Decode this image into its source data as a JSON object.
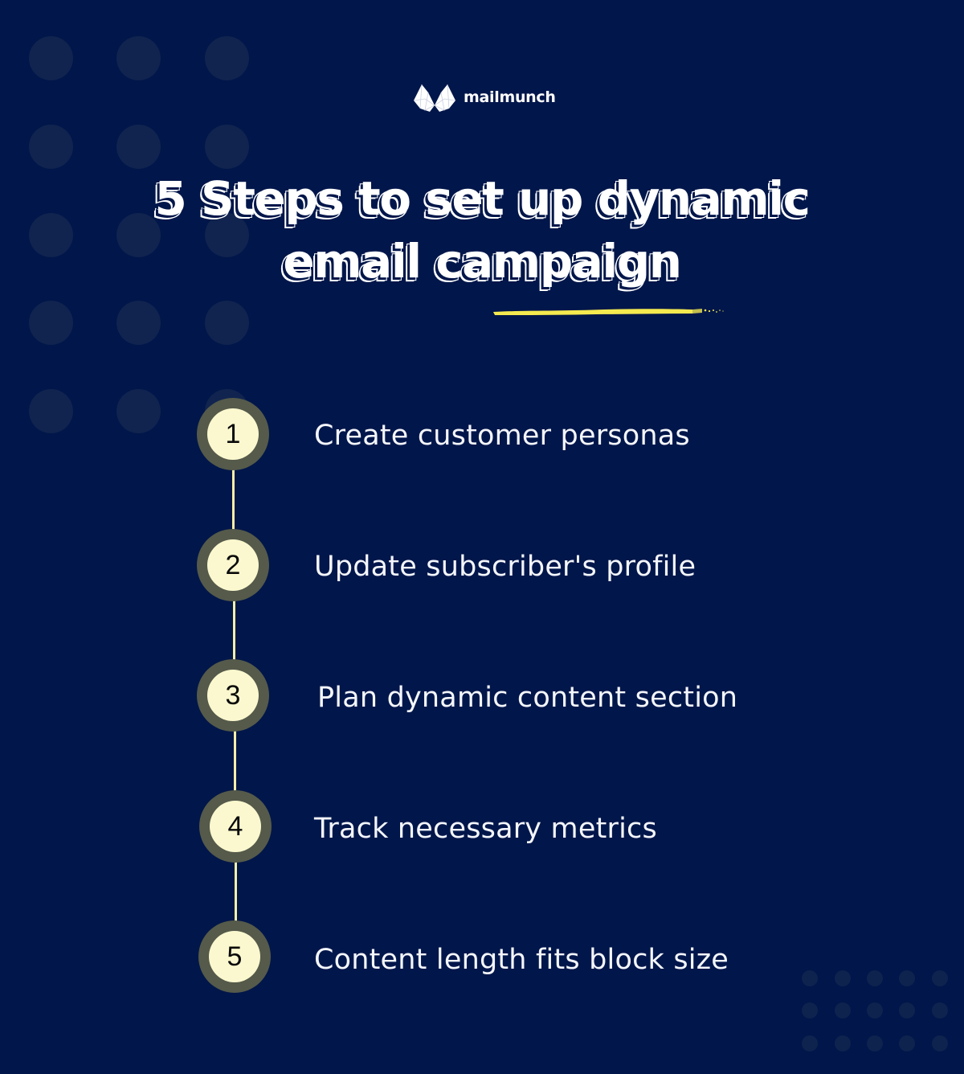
{
  "brand": {
    "name": "mailmunch",
    "logo_icon": "mailmunch-m-logo-icon"
  },
  "title": {
    "line1": "5 Steps to set up dynamic",
    "line2": "email campaign"
  },
  "colors": {
    "background": "#01164a",
    "dot": "#11244f",
    "accent_underline": "#f5ea4f",
    "circle_outer": "#555a4a",
    "circle_inner": "#fbf8cf",
    "connector": "#f6efa8",
    "text": "#f4f6fb"
  },
  "steps": [
    {
      "number": "1",
      "label": "Create customer personas"
    },
    {
      "number": "2",
      "label": "Update subscriber's profile"
    },
    {
      "number": "3",
      "label": "Plan dynamic content section"
    },
    {
      "number": "4",
      "label": "Track necessary metrics"
    },
    {
      "number": "5",
      "label": "Content length fits block size"
    }
  ]
}
